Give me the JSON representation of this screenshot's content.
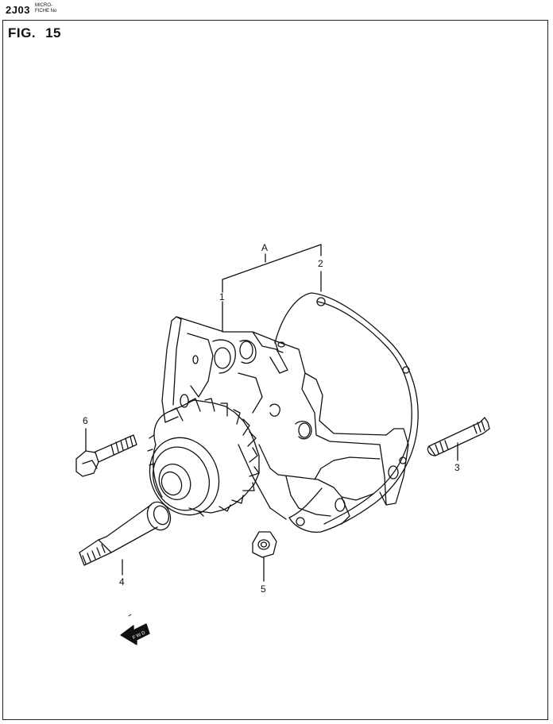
{
  "header": {
    "code": "2J03",
    "fiche_line1": "MICRO-",
    "fiche_line2": "FICHE No"
  },
  "figure": {
    "label": "FIG.",
    "number": "15"
  },
  "callouts": {
    "assembly": "A",
    "part1": "1",
    "part2": "2",
    "part3": "3",
    "part4": "4",
    "part5": "5",
    "part6": "6"
  },
  "fwd_arrow": "F W D"
}
